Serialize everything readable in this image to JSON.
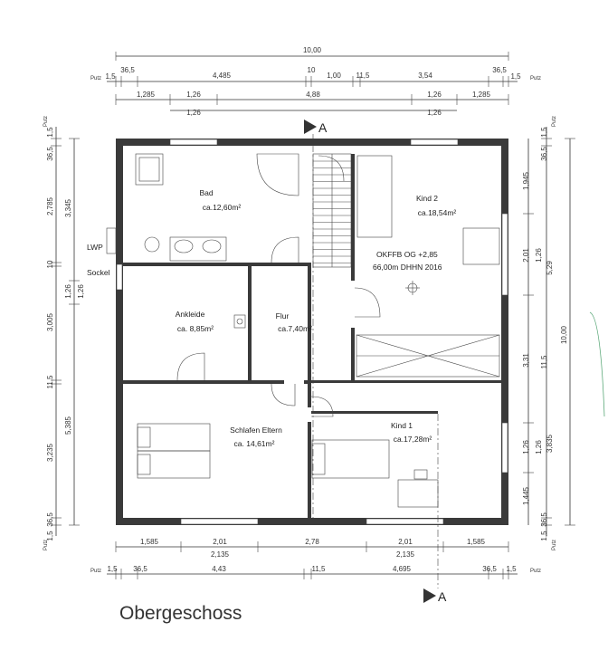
{
  "title": "Obergeschoss",
  "section_mark": "A",
  "rooms": {
    "bad": {
      "name": "Bad",
      "area": "ca.12,60m²"
    },
    "kind2": {
      "name": "Kind 2",
      "area": "ca.18,54m²"
    },
    "ankleide": {
      "name": "Ankleide",
      "area": "ca. 8,85m²"
    },
    "flur": {
      "name": "Flur",
      "area": "ca.7,40m²"
    },
    "schlafen": {
      "name": "Schlafen Eltern",
      "area": "ca. 14,61m²"
    },
    "kind1": {
      "name": "Kind 1",
      "area": "ca.17,28m²"
    }
  },
  "level_note": {
    "line1": "OKFFB OG +2,85",
    "line2": "66,00m DHHN 2016"
  },
  "labels": {
    "lwp": "LWP",
    "sockel": "Sockel",
    "putz": "Putz"
  },
  "dims_top": {
    "overall": "10,00",
    "row1": [
      "1,5",
      "36,5",
      "4,485",
      "10",
      "1,00",
      "11,5",
      "3,54",
      "36,5",
      "1,5"
    ],
    "row2": [
      "1,285",
      "1,26",
      "4,88",
      "1,26",
      "1,285"
    ],
    "row3": [
      "1,26",
      "1,26"
    ]
  },
  "dims_bottom": {
    "row1": [
      "1,585",
      "2,01",
      "2,78",
      "2,01",
      "1,585"
    ],
    "row2": [
      "2,135",
      "2,135"
    ],
    "row3": [
      "1,5",
      "36,5",
      "4,43",
      "11,5",
      "4,695",
      "36,5",
      "1,5"
    ]
  },
  "dims_left": {
    "outer": [
      "1,5",
      "36,5",
      "2,785",
      "10",
      "3,005",
      "11,5",
      "3,235",
      "36,5",
      "1,5"
    ],
    "inner": [
      "3,345",
      "1,26",
      "1,26",
      "5,385"
    ]
  },
  "dims_right": {
    "outer": [
      "1,5",
      "36,5",
      "1,945",
      "2,01",
      "3,31",
      "1,26",
      "1,445",
      "36,5",
      "1,5"
    ],
    "inner": [
      "1,26",
      "5,29",
      "11,5",
      "1,26",
      "3,835"
    ],
    "overall": "10,00"
  }
}
